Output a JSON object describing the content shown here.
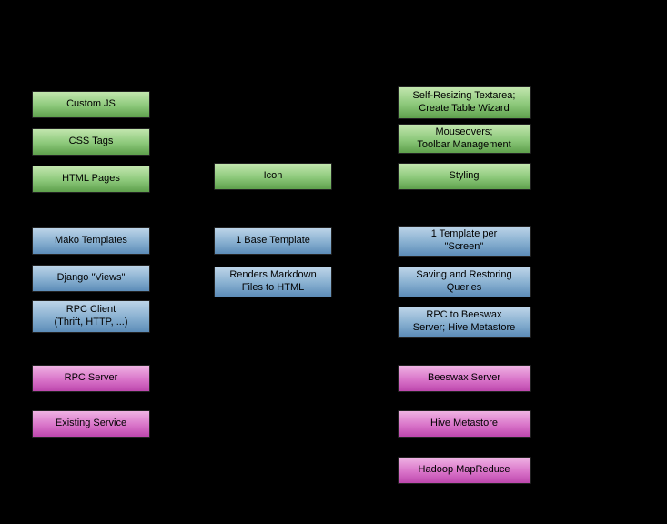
{
  "diagram": {
    "palette": {
      "background": "#000000",
      "green_top": "#c2e6ae",
      "green_bottom": "#5ea04c",
      "blue_top": "#bcd4e8",
      "blue_bottom": "#5c8cb8",
      "magenta_top": "#efb3e3",
      "magenta_bottom": "#bd47ad",
      "text": "#000000"
    },
    "boxes": {
      "custom_js": {
        "label": "Custom JS",
        "color": "green"
      },
      "css_tags": {
        "label": "CSS Tags",
        "color": "green"
      },
      "html_pages": {
        "label": "HTML Pages",
        "color": "green"
      },
      "mako_templates": {
        "label": "Mako Templates",
        "color": "blue"
      },
      "django_views": {
        "label": "Django \"Views\"",
        "color": "blue"
      },
      "rpc_client": {
        "label": "RPC Client\n(Thrift, HTTP, ...)",
        "color": "blue"
      },
      "rpc_server": {
        "label": "RPC Server",
        "color": "magenta"
      },
      "existing_service": {
        "label": "Existing Service",
        "color": "magenta"
      },
      "icon": {
        "label": "Icon",
        "color": "green"
      },
      "base_template": {
        "label": "1 Base Template",
        "color": "blue"
      },
      "renders_markdown": {
        "label": "Renders Markdown\nFiles to HTML",
        "color": "blue"
      },
      "self_resizing": {
        "label": "Self-Resizing Textarea;\nCreate Table Wizard",
        "color": "green"
      },
      "mouseovers": {
        "label": "Mouseovers;\nToolbar Management",
        "color": "green"
      },
      "styling": {
        "label": "Styling",
        "color": "green"
      },
      "template_screen": {
        "label": "1 Template per\n\"Screen\"",
        "color": "blue"
      },
      "saving_queries": {
        "label": "Saving and Restoring\nQueries",
        "color": "blue"
      },
      "rpc_beeswax": {
        "label": "RPC to Beeswax\nServer; Hive Metastore",
        "color": "blue"
      },
      "beeswax_server": {
        "label": "Beeswax Server",
        "color": "magenta"
      },
      "hive_metastore": {
        "label": "Hive Metastore",
        "color": "magenta"
      },
      "hadoop_mapreduce": {
        "label": "Hadoop MapReduce",
        "color": "magenta"
      }
    }
  }
}
